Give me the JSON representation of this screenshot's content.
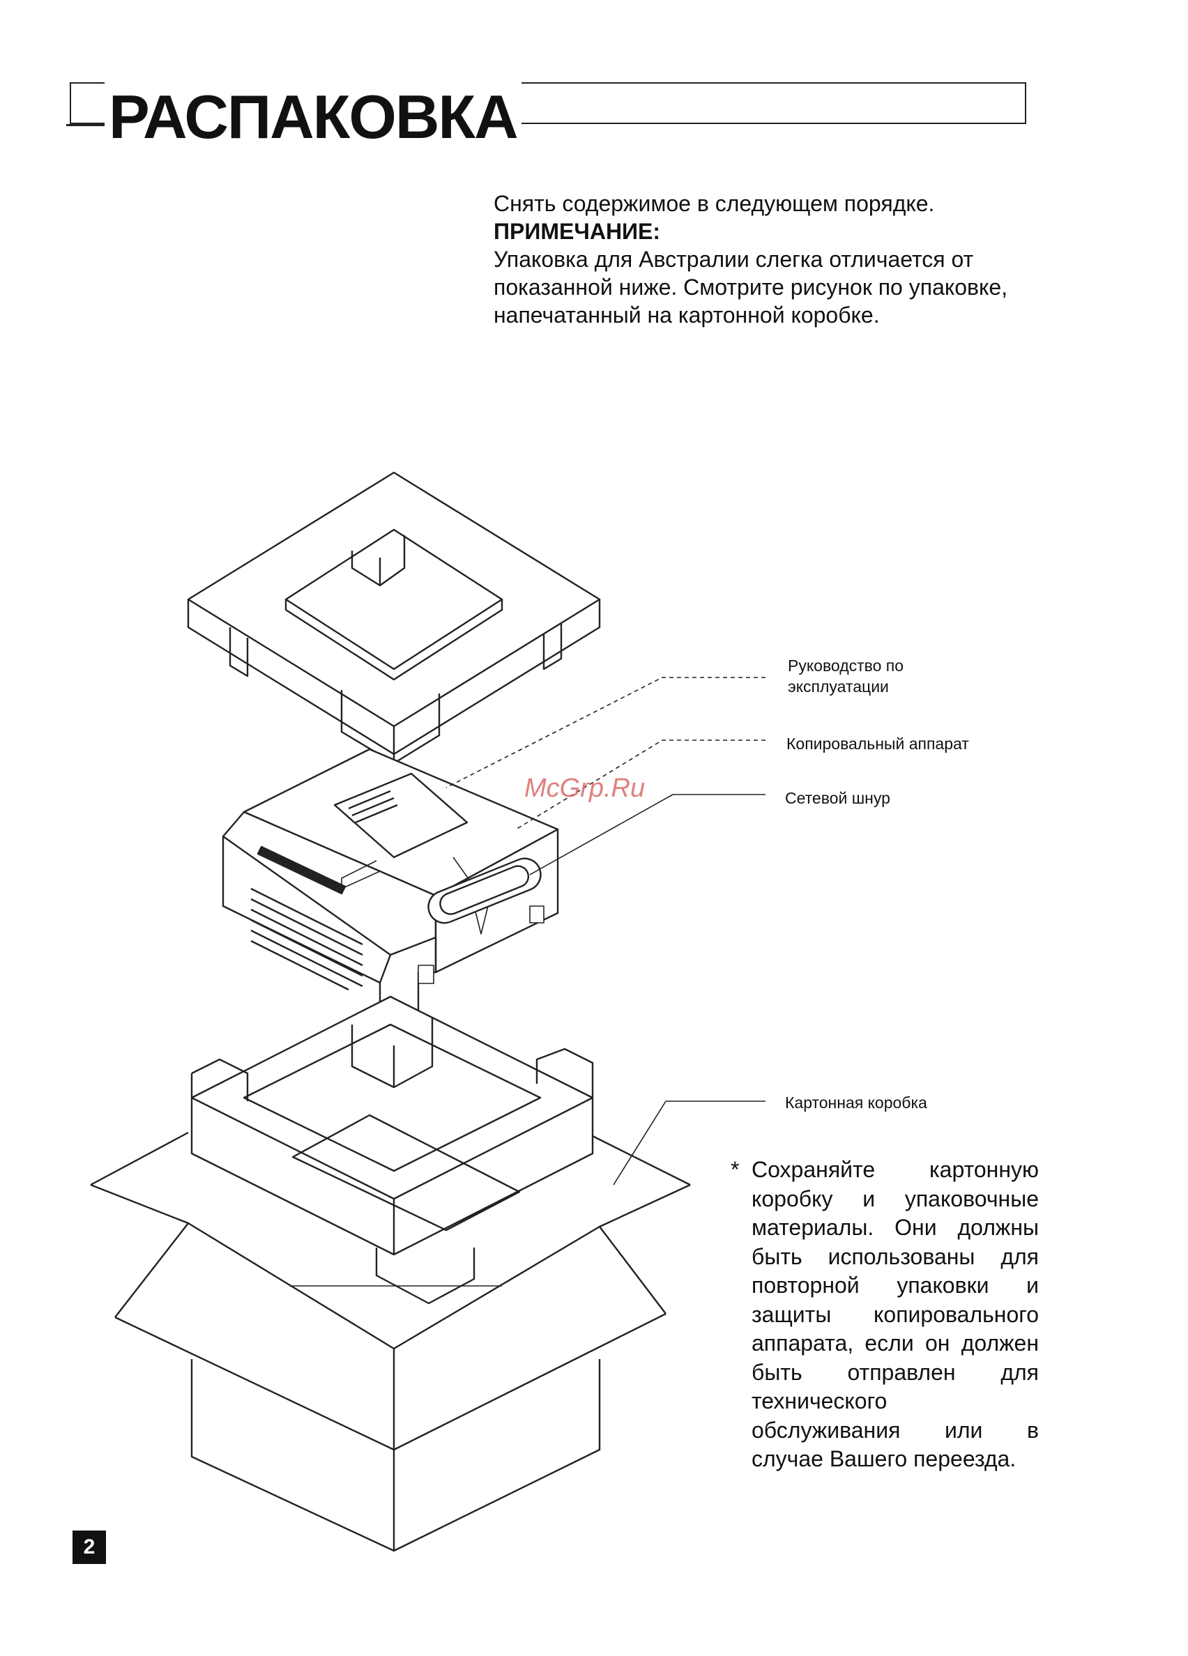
{
  "header": {
    "title": "РАСПАКОВКА"
  },
  "intro": {
    "line1": "Снять содержимое в следующем порядке.",
    "note_label": "ПРИМЕЧАНИЕ:",
    "note_lines": [
      "Упаковка для Австралии слегка отличается от",
      "показанной ниже. Смотрите рисунок по упаковке,",
      "напечатанный на картонной коробке."
    ]
  },
  "illustration": {
    "callouts": {
      "manual": "Руководство по эксплуатации",
      "copier": "Копировальный аппарат",
      "power_cord": "Сетевой шнур",
      "carton_box": "Картонная коробка"
    },
    "icons": [
      "top-foam-cushion",
      "copier-machine",
      "bottom-foam-cushion",
      "carton-box"
    ]
  },
  "footnote": {
    "marker": "*",
    "text": "Сохраняйте картонную коробку и упаковочные материалы. Они должны быть использованы для повторной упаковки и защиты копировального аппарата, если он должен быть отправлен для технического обслуживания или в случае Вашего переезда."
  },
  "watermark": "McGrp.Ru",
  "page_number": "2"
}
